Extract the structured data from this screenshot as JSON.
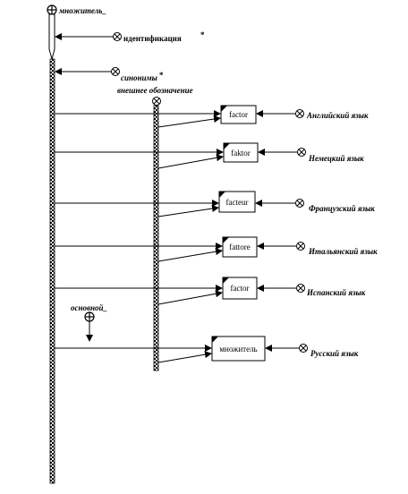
{
  "diagram": {
    "root_label": "множитель_",
    "identification_label": "идентификация",
    "identification_mark": "*",
    "synonyms_label": "синонимы",
    "synonyms_mark": "*",
    "external_label": "внешнее обозначение",
    "main_label": "основной_",
    "terms": [
      {
        "text": "factor",
        "language": "Английский язык"
      },
      {
        "text": "faktor",
        "language": "Немецкий язык"
      },
      {
        "text": "facteur",
        "language": "Французский язык"
      },
      {
        "text": "fattore",
        "language": "Итальянский язык"
      },
      {
        "text": "factor",
        "language": "Испанский язык"
      },
      {
        "text": "множитель",
        "language": "Русский язык"
      }
    ]
  }
}
